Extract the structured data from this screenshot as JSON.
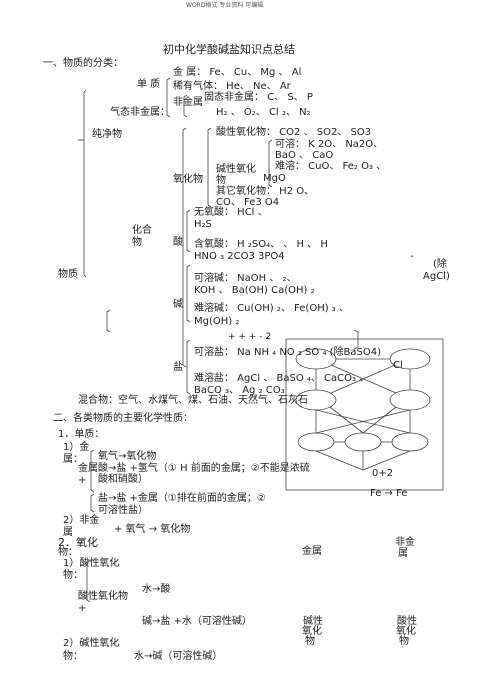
{
  "header": "WORD格式 专业资料 可编辑",
  "title": "初中化学酸碱盐知识点总结",
  "s1": "一、物质的分类：",
  "cls": {
    "chundu": "纯净物",
    "danzhi": "单  质",
    "jinshu": "金  属：  Fe、 Cu、 Mg 、 Al",
    "xiyou": "稀有气体：    He、  Ne、  Ar",
    "qitai": "气态非金属：",
    "feijin": "非金属",
    "gutai": "固态非金属：      C、  S、  P",
    "gas_list": "H₂ 、  O₂、  Cl ₂、  N₂",
    "suanxing": "酸性氧化物：  CO2 、 SO2、  SO3",
    "kerong": "可溶：  K 2O、   Na2O、",
    "kerong2": "BaO 、  CaO",
    "jianxing": "碱性氧化",
    "jianxing2": "物",
    "nanrong": "难溶：  CuO、   Fe₂ O₃ 、",
    "nanrong2": "MgO",
    "yanghuawu": "氧化物",
    "qita": "其它氧化物：    H2 O、",
    "qita2": "CO、  Fe3 O4",
    "wuyang": "无氧酸：   HCl 、",
    "wuyang2": "H₂S",
    "huahe": "化合",
    "huahe2": "物",
    "suan": "酸",
    "hanyang": "含氧酸：  H ₂SO₄、    、 H          、 H",
    "hanyang2": "HNO ₃                  2CO3      3PO4",
    "dash": "-",
    "chu": "(除",
    "agcl": "AgCl)",
    "wuzhi": "物质",
    "kerongjian": "可溶碱：   NaOH 、                      ₂、",
    "kerongjian2": "KOH 、   Ba(OH)                 Ca(OH) ₂",
    "jian": "碱",
    "nanrongjian": "难溶碱：   Cu(OH) ₂、  Fe(OH) ₃ 、",
    "nanrongjian2": "Mg(OH) ₂",
    "charges": "+       +       +         -       2",
    "kerongyan": "可溶盐：    Na NH ₄ NO ₃   SO ₄ (除BaSO4)",
    "yan": "盐",
    "cl": "Cl",
    "nanrongyan": "难溶盐：  AgCl 、  BaSO ₄、  CaCO₃ 、",
    "nanrongyan2": "BaCO ₃、   Ag ₂ CO₃",
    "hunhe": "混合物：空气、水煤气、煤、石油、天然气、石灰石"
  },
  "s2": "二、各类物质的主要化学性质：",
  "p1": "1．单质：",
  "p1a": "1）金",
  "p1b": "属：",
  "r_o2": "氧气→氧化物",
  "jinshu_lbl": "金属",
  "r_acid": "酸→盐 +氢气（①  H 前面的金属；②不能是浓硫",
  "r_acid2": "酸和硝酸）",
  "plus1": "+",
  "oxstate": "0+2",
  "fe": "Fe →  Fe",
  "r_salt": "盐→盐 +金属（①排在前面的金属；②",
  "r_salt2": "可溶性盐）",
  "p2a": "2）非金",
  "p2b": "属",
  "r_nonmetal": "+ 氧气  →  氧化物",
  "p3": "2．氧化",
  "p3b": "物：",
  "jinshu_d": "金属",
  "feijinshu_d": "非金",
  "feijinshu_d2": "属",
  "p3a": "1）酸性氧化",
  "p3a2": "物：",
  "r_water": "水→酸",
  "suanxing_lbl": "酸性氧化物",
  "plus2": "+",
  "r_base": "碱→盐 +水（可溶性碱）",
  "jx_d": "碱性",
  "jx_d2": "氧化",
  "jx_d3": "物",
  "sx_d": "酸性",
  "sx_d2": "氧化",
  "sx_d3": "物",
  "p3c": "2）碱性氧化",
  "p3c2": "物：",
  "r_water2": "水→碱（可溶性碱）"
}
